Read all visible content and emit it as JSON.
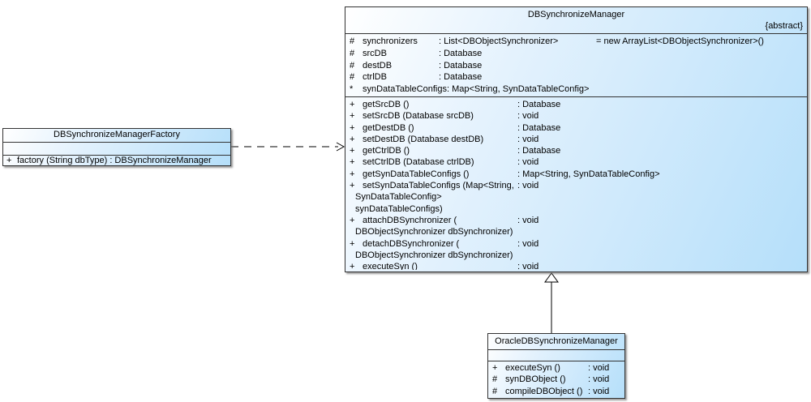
{
  "diagram": {
    "background_color": "#ffffff",
    "box_fill_top_left": "#ffffff",
    "box_fill_bottom_right": "#b5dffa",
    "border_color": "#333333",
    "text_color": "#000000",
    "connector_color": "#000000"
  },
  "factory": {
    "title": "DBSynchronizeManagerFactory",
    "methods": [
      {
        "m": "+",
        "s": "factory (String dbType) : DBSynchronizeManager"
      }
    ]
  },
  "manager": {
    "title": "DBSynchronizeManager",
    "tag": "{abstract}",
    "attributes": [
      {
        "m": "#",
        "n": "synchronizers",
        "t": ": List<DBObjectSynchronizer>",
        "d": "= new ArrayList<DBObjectSynchronizer>()"
      },
      {
        "m": "#",
        "n": "srcDB",
        "t": ": Database",
        "d": ""
      },
      {
        "m": "#",
        "n": "destDB",
        "t": ": Database",
        "d": ""
      },
      {
        "m": "#",
        "n": "ctrlDB",
        "t": ": Database",
        "d": ""
      },
      {
        "m": "*",
        "n": "synDataTableConfigs",
        "t": ": Map<String, SynDataTableConfig>",
        "d": ""
      }
    ],
    "methods": [
      {
        "m": "+",
        "s": "getSrcDB ()",
        "t": ": Database"
      },
      {
        "m": "+",
        "s": "setSrcDB (Database srcDB)",
        "t": ": void"
      },
      {
        "m": "+",
        "s": "getDestDB ()",
        "t": ": Database"
      },
      {
        "m": "+",
        "s": "setDestDB (Database destDB)",
        "t": ": void"
      },
      {
        "m": "+",
        "s": "getCtrlDB ()",
        "t": ": Database"
      },
      {
        "m": "+",
        "s": "setCtrlDB (Database ctrlDB)",
        "t": ": void"
      },
      {
        "m": "+",
        "s": "getSynDataTableConfigs ()",
        "t": ": Map<String, SynDataTableConfig>"
      },
      {
        "m": "+",
        "s": "setSynDataTableConfigs (Map<String,",
        "t": ": void"
      },
      {
        "m": "",
        "s": "SynDataTableConfig>",
        "t": ""
      },
      {
        "m": "",
        "s": "synDataTableConfigs)",
        "t": ""
      },
      {
        "m": "+",
        "s": "attachDBSynchronizer (",
        "t": ": void"
      },
      {
        "m": "",
        "s": "DBObjectSynchronizer dbSynchronizer)",
        "t": ""
      },
      {
        "m": "+",
        "s": "detachDBSynchronizer (",
        "t": ": void"
      },
      {
        "m": "",
        "s": "DBObjectSynchronizer dbSynchronizer)",
        "t": ""
      },
      {
        "m": "+",
        "s": "executeSyn ()",
        "t": ": void"
      }
    ]
  },
  "oracle": {
    "title": "OracleDBSynchronizeManager",
    "methods": [
      {
        "m": "+",
        "s": "executeSyn ()",
        "t": ": void"
      },
      {
        "m": "#",
        "s": "synDBObject ()",
        "t": ": void"
      },
      {
        "m": "#",
        "s": "compileDBObject ()",
        "t": ": void"
      }
    ]
  }
}
